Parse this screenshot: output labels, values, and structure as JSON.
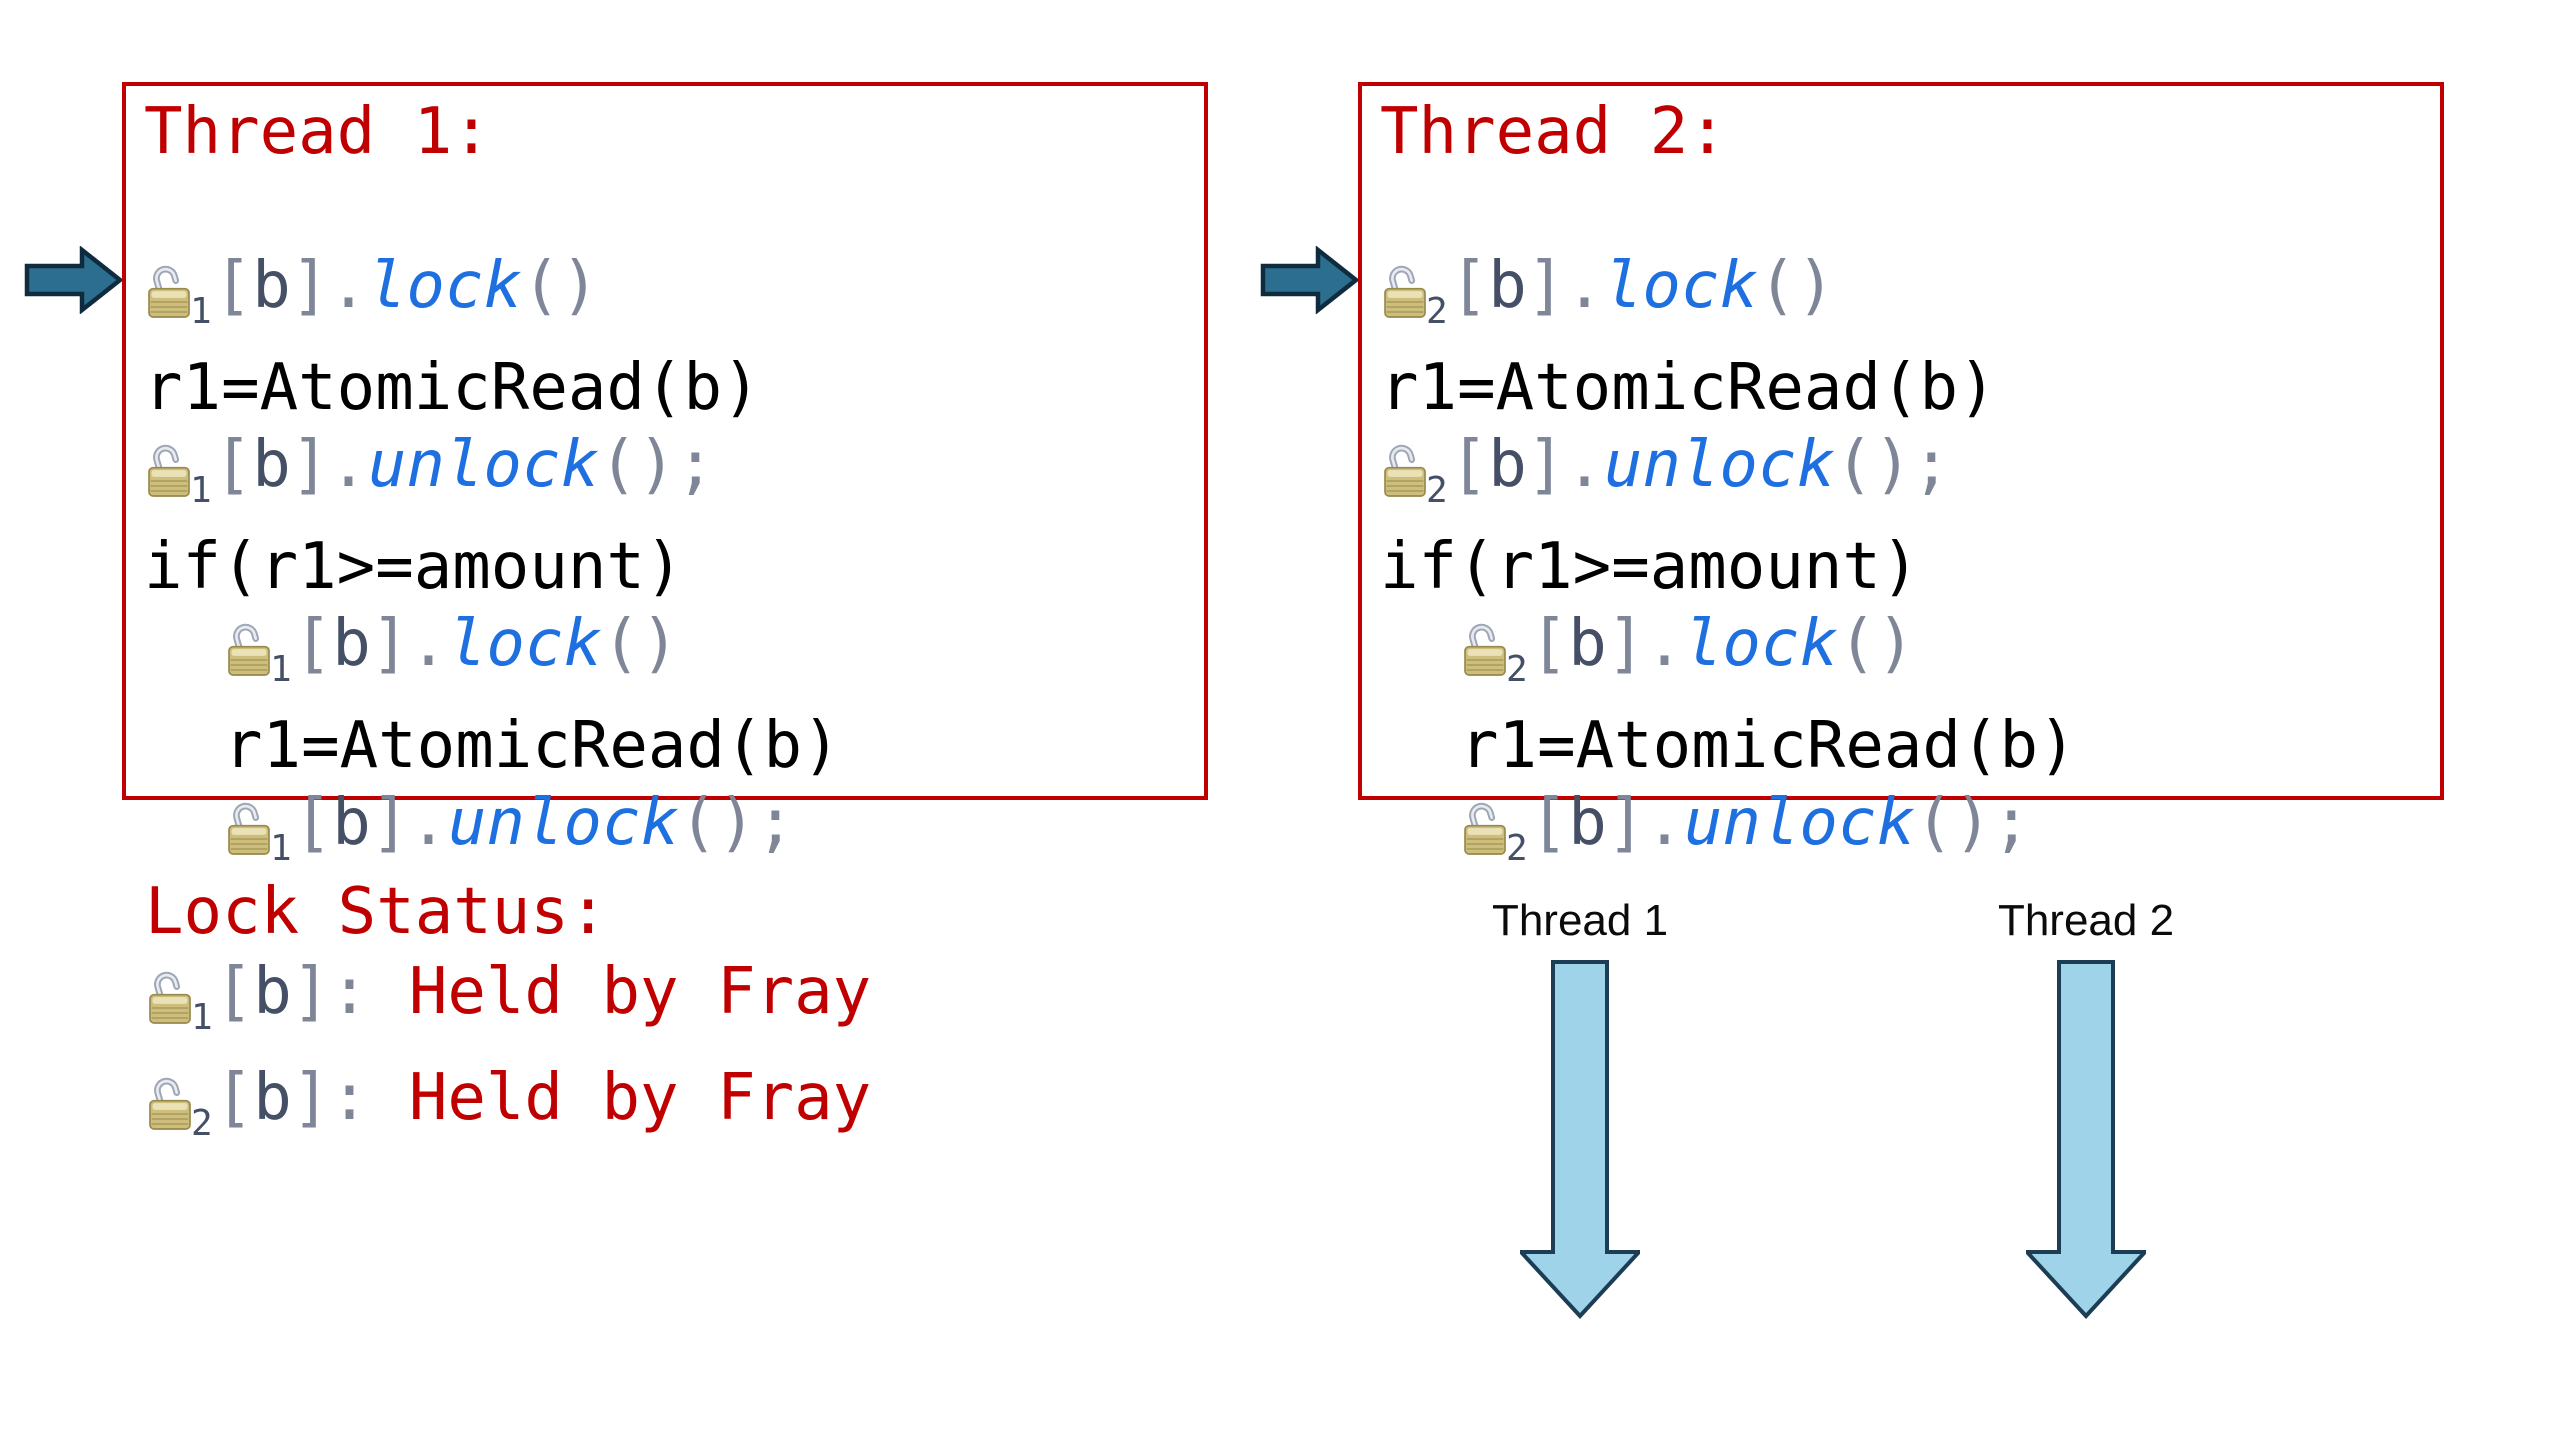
{
  "palette": {
    "background": "#FFFFFF",
    "box_border": "#C00000",
    "title_red": "#C00000",
    "code_black": "#000000",
    "punct_gray": "#7E8698",
    "var_slate": "#454F66",
    "keyword_blue": "#1E6FE0",
    "status_red": "#C00000",
    "pointer_fill": "#2C6E8F",
    "pointer_stroke": "#0F2C3E",
    "timeline_fill": "#9ED3EA",
    "timeline_stroke": "#1C3D54",
    "lock_body": "#CDBE7C",
    "lock_shackle": "#9FA6B4"
  },
  "icons": {
    "lock": "lock-open-icon",
    "pointer": "right-block-arrow-icon",
    "timeline": "down-block-arrow-icon"
  },
  "thread1": {
    "title": "Thread 1:",
    "lines": [
      {
        "indent": false,
        "pointer": true,
        "segments": [
          {
            "type": "lock",
            "sub": "1"
          },
          {
            "type": "p",
            "text": "["
          },
          {
            "type": "v",
            "text": "b"
          },
          {
            "type": "p",
            "text": "]."
          },
          {
            "type": "k",
            "text": "lock"
          },
          {
            "type": "p",
            "text": "()"
          }
        ]
      },
      {
        "indent": false,
        "segments": [
          {
            "type": "t",
            "text": "r1=AtomicRead(b)"
          }
        ]
      },
      {
        "indent": false,
        "segments": [
          {
            "type": "lock",
            "sub": "1"
          },
          {
            "type": "p",
            "text": "["
          },
          {
            "type": "v",
            "text": "b"
          },
          {
            "type": "p",
            "text": "]."
          },
          {
            "type": "k",
            "text": "unlock"
          },
          {
            "type": "p",
            "text": "();"
          }
        ]
      },
      {
        "indent": false,
        "segments": [
          {
            "type": "t",
            "text": "if(r1>=amount)"
          }
        ]
      },
      {
        "indent": true,
        "segments": [
          {
            "type": "lock",
            "sub": "1"
          },
          {
            "type": "p",
            "text": "["
          },
          {
            "type": "v",
            "text": "b"
          },
          {
            "type": "p",
            "text": "]."
          },
          {
            "type": "k",
            "text": "lock"
          },
          {
            "type": "p",
            "text": "()"
          }
        ]
      },
      {
        "indent": true,
        "segments": [
          {
            "type": "t",
            "text": "r1=AtomicRead(b)"
          }
        ]
      },
      {
        "indent": true,
        "segments": [
          {
            "type": "lock",
            "sub": "1"
          },
          {
            "type": "p",
            "text": "["
          },
          {
            "type": "v",
            "text": "b"
          },
          {
            "type": "p",
            "text": "]."
          },
          {
            "type": "k",
            "text": "unlock"
          },
          {
            "type": "p",
            "text": "();"
          }
        ]
      }
    ]
  },
  "thread2": {
    "title": "Thread 2:",
    "lines": [
      {
        "indent": false,
        "pointer": true,
        "segments": [
          {
            "type": "lock",
            "sub": "2"
          },
          {
            "type": "p",
            "text": "["
          },
          {
            "type": "v",
            "text": "b"
          },
          {
            "type": "p",
            "text": "]."
          },
          {
            "type": "k",
            "text": "lock"
          },
          {
            "type": "p",
            "text": "()"
          }
        ]
      },
      {
        "indent": false,
        "segments": [
          {
            "type": "t",
            "text": "r1=AtomicRead(b)"
          }
        ]
      },
      {
        "indent": false,
        "segments": [
          {
            "type": "lock",
            "sub": "2"
          },
          {
            "type": "p",
            "text": "["
          },
          {
            "type": "v",
            "text": "b"
          },
          {
            "type": "p",
            "text": "]."
          },
          {
            "type": "k",
            "text": "unlock"
          },
          {
            "type": "p",
            "text": "();"
          }
        ]
      },
      {
        "indent": false,
        "segments": [
          {
            "type": "t",
            "text": "if(r1>=amount)"
          }
        ]
      },
      {
        "indent": true,
        "segments": [
          {
            "type": "lock",
            "sub": "2"
          },
          {
            "type": "p",
            "text": "["
          },
          {
            "type": "v",
            "text": "b"
          },
          {
            "type": "p",
            "text": "]."
          },
          {
            "type": "k",
            "text": "lock"
          },
          {
            "type": "p",
            "text": "()"
          }
        ]
      },
      {
        "indent": true,
        "segments": [
          {
            "type": "t",
            "text": "r1=AtomicRead(b)"
          }
        ]
      },
      {
        "indent": true,
        "segments": [
          {
            "type": "lock",
            "sub": "2"
          },
          {
            "type": "p",
            "text": "["
          },
          {
            "type": "v",
            "text": "b"
          },
          {
            "type": "p",
            "text": "]."
          },
          {
            "type": "k",
            "text": "unlock"
          },
          {
            "type": "p",
            "text": "();"
          }
        ]
      }
    ]
  },
  "lock_status": {
    "title": "Lock Status:",
    "lines": [
      {
        "indent": false,
        "segments": [
          {
            "type": "lock",
            "sub": "1"
          },
          {
            "type": "p",
            "text": "["
          },
          {
            "type": "v",
            "text": "b"
          },
          {
            "type": "p",
            "text": "]:"
          },
          {
            "type": "s",
            "text": "Held by Fray"
          }
        ]
      },
      {
        "indent": false,
        "segments": [
          {
            "type": "lock",
            "sub": "2"
          },
          {
            "type": "p",
            "text": "["
          },
          {
            "type": "v",
            "text": "b"
          },
          {
            "type": "p",
            "text": "]:"
          },
          {
            "type": "s",
            "text": "Held by Fray"
          }
        ]
      }
    ]
  },
  "timeline": {
    "columns": [
      {
        "label": "Thread 1"
      },
      {
        "label": "Thread 2"
      }
    ]
  }
}
